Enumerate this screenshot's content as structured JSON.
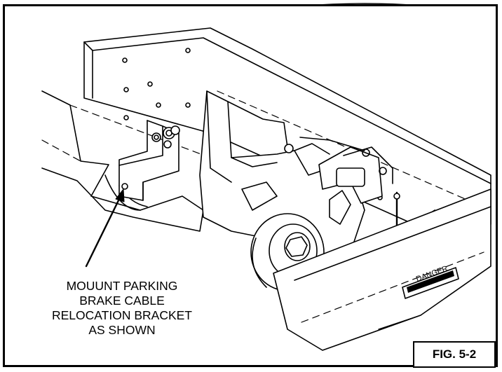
{
  "callout": {
    "lines": [
      "MOUUNT PARKING",
      "BRAKE CABLE",
      "RELOCATION BRACKET",
      "AS SHOWN"
    ]
  },
  "figure_label": "FIG. 5-2",
  "decal": {
    "title": "DANGER"
  }
}
